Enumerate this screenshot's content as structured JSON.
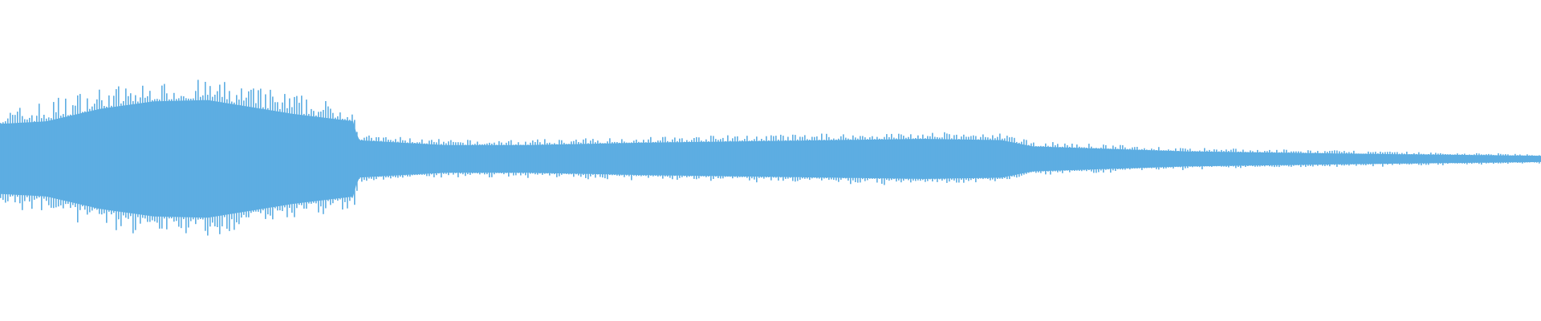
{
  "chart_data": {
    "type": "area",
    "title": "",
    "xlabel": "",
    "ylabel": "",
    "color": "#5dade2",
    "background": "#ffffff",
    "grid": false,
    "axes_visible": false,
    "symmetric": true,
    "ylim": [
      -1,
      1
    ],
    "envelope": {
      "t": [
        0,
        0.03,
        0.065,
        0.1,
        0.135,
        0.19,
        0.23,
        0.232,
        0.26,
        0.29,
        0.34,
        0.42,
        0.54,
        0.6,
        0.65,
        0.67,
        0.72,
        0.77,
        0.89,
        1.0
      ],
      "amplitude": [
        0.28,
        0.3,
        0.4,
        0.46,
        0.47,
        0.36,
        0.3,
        0.15,
        0.13,
        0.11,
        0.11,
        0.13,
        0.15,
        0.16,
        0.15,
        0.1,
        0.08,
        0.06,
        0.04,
        0.025
      ],
      "peak": [
        0.3,
        0.38,
        0.46,
        0.47,
        0.5,
        0.42,
        0.32,
        0.15,
        0.14,
        0.12,
        0.12,
        0.14,
        0.16,
        0.17,
        0.16,
        0.11,
        0.09,
        0.07,
        0.05,
        0.03
      ]
    }
  }
}
